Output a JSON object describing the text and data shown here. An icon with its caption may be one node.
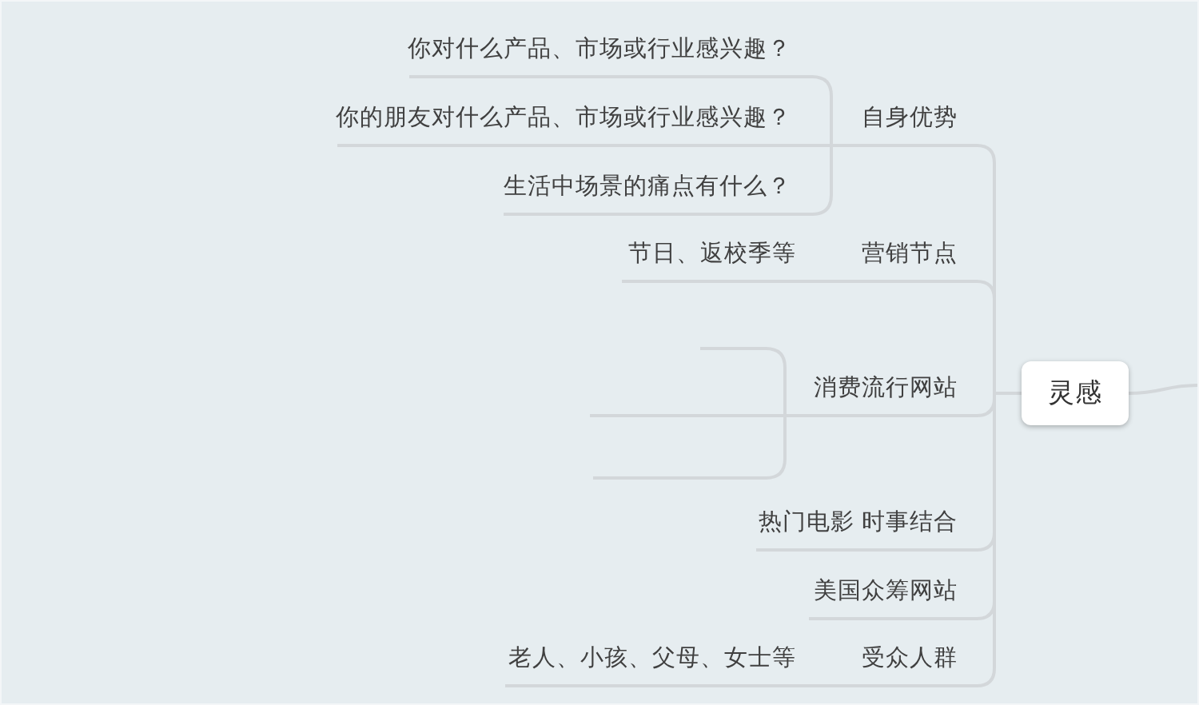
{
  "diagram": {
    "nodes": [
      {
        "text": [
          "灵感"
        ]
      },
      {
        "text": [
          "自身优势"
        ]
      },
      {
        "text": [
          "你对什么产品、市场或行业感兴趣？"
        ]
      },
      {
        "text": [
          "你的朋友对什么产品、市场或行业感兴趣？"
        ]
      },
      {
        "text": [
          "生活中场景的痛点有什么？"
        ]
      },
      {
        "text": [
          "营销节点"
        ]
      },
      {
        "text": [
          "节日、返校季等"
        ]
      },
      {
        "text": [
          "消费流行网站"
        ]
      },
      {
        "text": [],
        "shape": "line"
      },
      {
        "text": [],
        "shape": "line"
      },
      {
        "text": [],
        "shape": "line"
      },
      {
        "text": [
          "热门电影 时事结合"
        ]
      },
      {
        "text": [
          "美国众筹网站"
        ]
      },
      {
        "text": [
          "受众人群"
        ]
      },
      {
        "text": [
          "老人、小孩、父母、女士等"
        ]
      }
    ],
    "edges": [
      {
        "from": 0,
        "to": 1,
        "arrow": "none"
      },
      {
        "from": 1,
        "to": 2,
        "arrow": "none"
      },
      {
        "from": 1,
        "to": 3,
        "arrow": "none"
      },
      {
        "from": 1,
        "to": 4,
        "arrow": "none"
      },
      {
        "from": 0,
        "to": 5,
        "arrow": "none"
      },
      {
        "from": 5,
        "to": 6,
        "arrow": "none"
      },
      {
        "from": 0,
        "to": 7,
        "arrow": "none"
      },
      {
        "from": 7,
        "to": 8,
        "arrow": "none"
      },
      {
        "from": 7,
        "to": 9,
        "arrow": "none"
      },
      {
        "from": 7,
        "to": 10,
        "arrow": "none"
      },
      {
        "from": 0,
        "to": 11,
        "arrow": "none"
      },
      {
        "from": 0,
        "to": 12,
        "arrow": "none"
      },
      {
        "from": 0,
        "to": 13,
        "arrow": "none"
      },
      {
        "from": 13,
        "to": 14,
        "arrow": "none"
      },
      {
        "from": 0,
        "to": null,
        "arrow": "none"
      }
    ]
  }
}
